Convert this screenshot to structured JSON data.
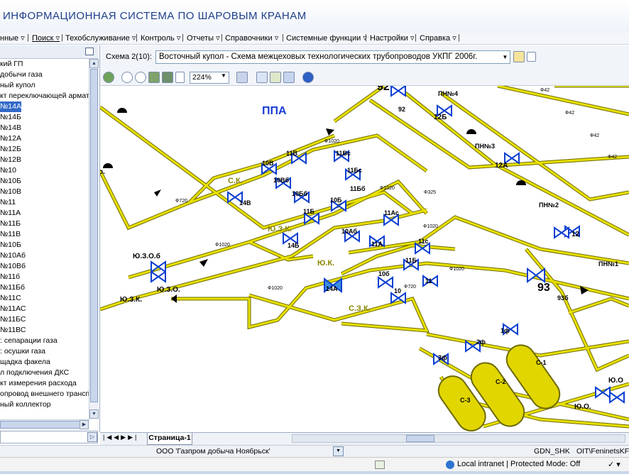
{
  "app_title": "ИНФОРМАЦИОННАЯ СИСТЕМА ПО ШАРОВЫМ КРАНАМ",
  "menu": [
    "нные ▿",
    "Поиск ▿",
    "Техобслуживание ▿",
    "Контроль ▿",
    "Отчеты ▿",
    "Справочники ▿",
    "Системные функции ▿",
    "Настройки ▿",
    "Справка ▿"
  ],
  "tree": {
    "items": [
      "кий ГП",
      "добычи газа",
      "ный купол",
      "кт переключающей армат",
      "№14А",
      "№14Б",
      "№14В",
      "№12А",
      "№12Б",
      "№12В",
      "№10",
      "№10Б",
      "№10В",
      "№11",
      "№11А",
      "№11Б",
      "№11В",
      "№10Б",
      "№10Аб",
      "№10Вб",
      "№11б",
      "№11Бб",
      "№11С",
      "№11АС",
      "№11БС",
      "№11ВС",
      ": сепарации газа",
      ": осушки газа",
      "щадка факела",
      "л подключения ДКС",
      "кт измерения расхода",
      "опровод внешнего трансп",
      "ный коллектор"
    ],
    "selected_index": 4
  },
  "schema": {
    "label": "Схема 2(10):",
    "value": "Восточный купол - Схема межцеховых технологических трубопроводов УКПГ 2006г."
  },
  "toolbar": {
    "zoom": "224%"
  },
  "diagram": {
    "title_ppa": "ППА",
    "labels": {
      "sk": "С.К.",
      "uzk_mid": "Ю.З.К.",
      "uk": "Ю.К.",
      "szk": "С.З.К.",
      "uzo_b": "Ю.З.О.б",
      "uzo": "Ю.З.О.",
      "uzk_left": "Ю.З.К.",
      "uo": "Ю.О.",
      "uo_top": "Ю.О",
      "ppa_o": "о.",
      "pn4": "ПН№4",
      "pn3": "ПН№3",
      "pn2": "ПН№2",
      "pn1": "ПН№1",
      "v92_big": "92",
      "v92_small": "92",
      "v93_big": "93",
      "v93_small": "93б",
      "v12b": "12Б",
      "v12a": "12А",
      "v12": "12",
      "v11v": "11В",
      "v11vc": "11Вс",
      "v10v": "10В",
      "v10vb": "10Вб",
      "v11bc": "11Бс",
      "v11bb": "11Бб",
      "v10bb": "10Бб",
      "v10b": "10Б",
      "v11b": "11Б",
      "v11ac": "11Ас",
      "v10ab": "10Аб",
      "v11a": "11А",
      "v11c": "11с",
      "v14v": "14В",
      "v14b": "14Б",
      "v14a": "14А",
      "v10b_small": "10б",
      "v11b_low": "11Б",
      "v11": "11",
      "v10": "10",
      "f1": "1ф",
      "f2": "2ф",
      "f3": "3ф",
      "c1": "С-1",
      "c2": "С-2",
      "c3": "С-3"
    },
    "pipe_labels": {
      "f1020": "Ф1020",
      "f720": "Ф720",
      "f325": "Ф325",
      "f42": "Ф42"
    }
  },
  "tabs": {
    "sheet": "Страница-1"
  },
  "status": {
    "org": "ООО 'Газпром добыча Ноябрьск'",
    "server": "GDN_SHK",
    "user": "OIT\\FeninetsKF",
    "zone": "Local intranet | Protected Mode: Off",
    "zoom": "✓ ▾"
  },
  "colors": {
    "pipe": "#d8d000",
    "valve": "#0b3fd1",
    "cylinder": "#e2d600",
    "selected_bg": "#3169c6",
    "title": "#1f3f8a"
  }
}
